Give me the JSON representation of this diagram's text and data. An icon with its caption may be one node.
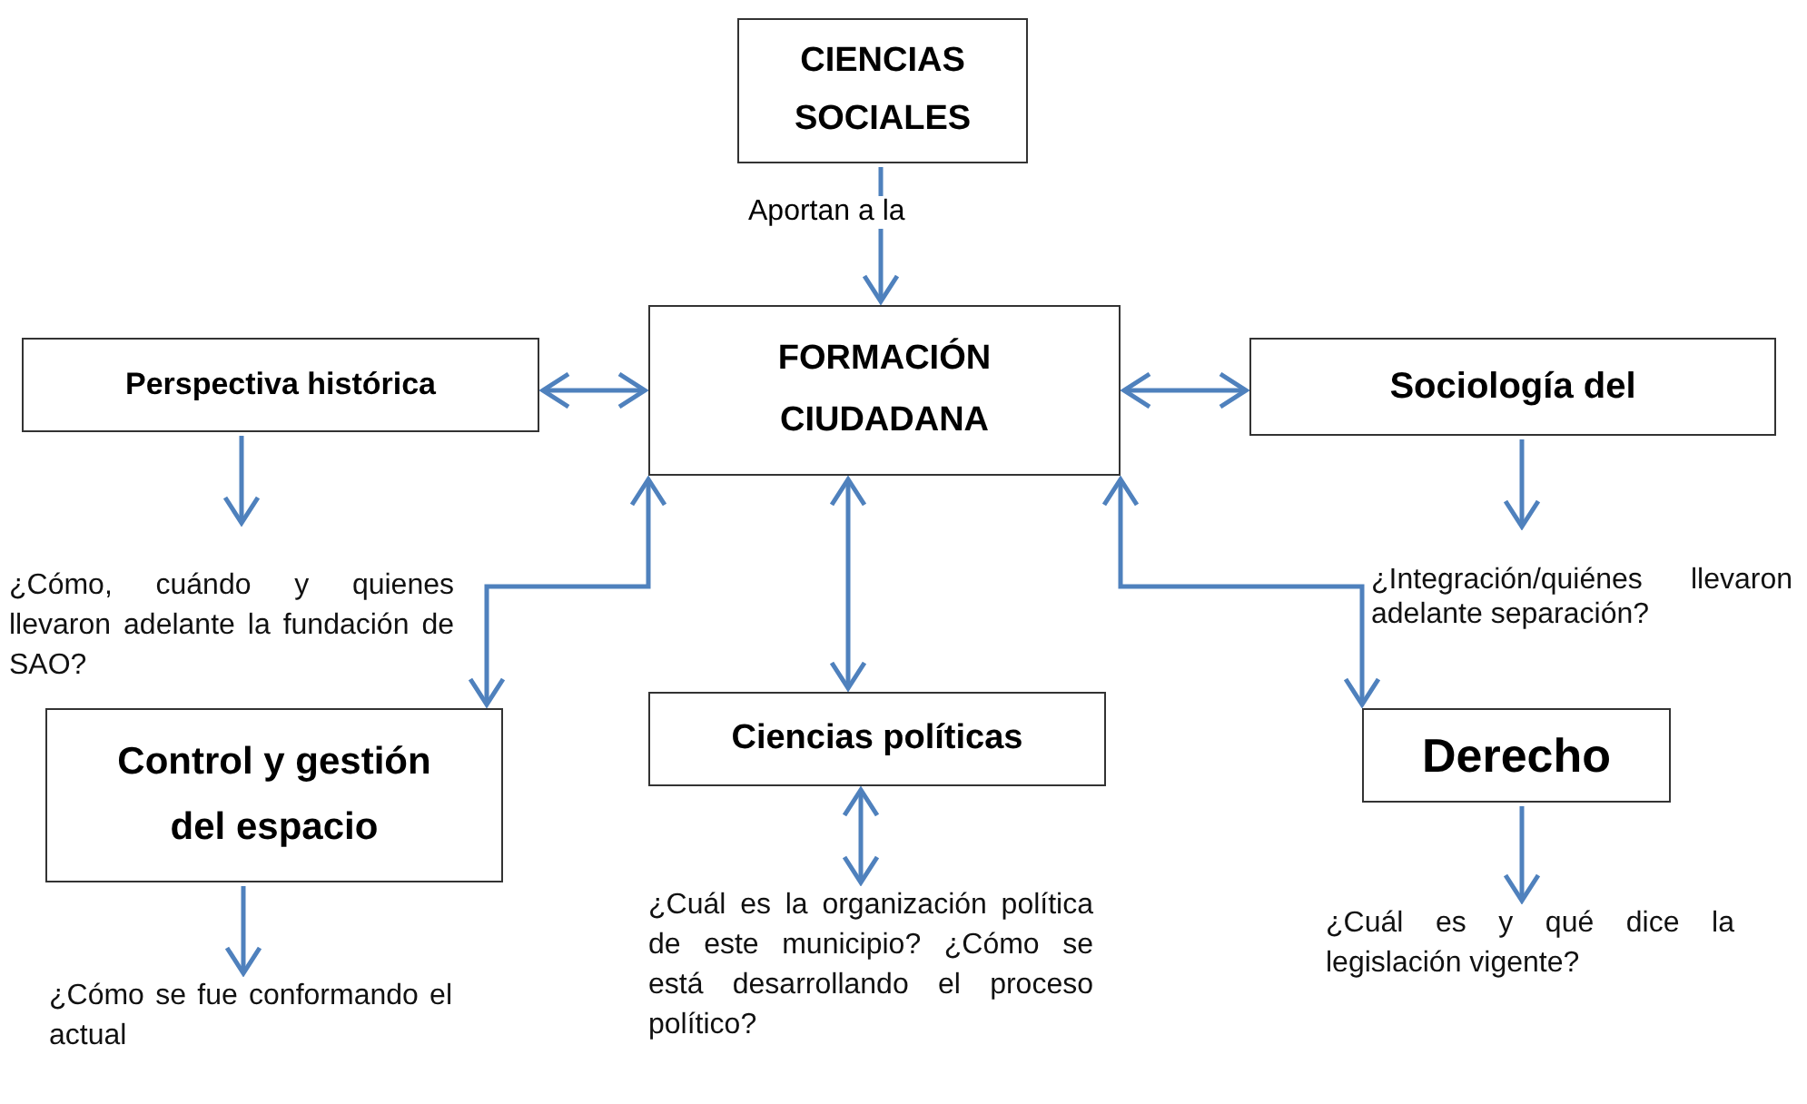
{
  "diagram": {
    "nodes": [
      {
        "text": [
          "CIENCIAS SOCIALES"
        ]
      },
      {
        "text": [
          "FORMACIÓN CIUDADANA"
        ]
      },
      {
        "text": [
          "Perspectiva histórica"
        ]
      },
      {
        "text": [
          "Sociología del"
        ]
      },
      {
        "text": [
          "¿Cómo, cuándo y quienes llevaron adelante la fundación de SAO?"
        ]
      },
      {
        "text": [
          "Control y gestión del espacio"
        ]
      },
      {
        "text": [
          "Ciencias políticas"
        ]
      },
      {
        "text": [
          "Derecho"
        ]
      },
      {
        "text": [
          "¿Cuál es la organización política de este municipio? ¿Cómo se está desarrollando el proceso político?"
        ]
      },
      {
        "text": [
          "¿Integración/quiénes llevaron adelante separación?"
        ]
      },
      {
        "text": [
          "¿Cuál es y qué dice la legislación vigente?"
        ]
      },
      {
        "text": [
          "¿Cómo se fue conformando el actual"
        ]
      }
    ],
    "edges": [
      {
        "from": 0,
        "to": 1,
        "arrow": "to",
        "label": "Aportan a la"
      },
      {
        "from": 2,
        "to": 1,
        "arrow": "both"
      },
      {
        "from": 1,
        "to": 3,
        "arrow": "both"
      },
      {
        "from": 2,
        "to": 4,
        "arrow": "to"
      },
      {
        "from": 1,
        "to": 5,
        "arrow": "both"
      },
      {
        "from": 1,
        "to": 6,
        "arrow": "both"
      },
      {
        "from": 1,
        "to": 7,
        "arrow": "both"
      },
      {
        "from": 3,
        "to": 9,
        "arrow": "to"
      },
      {
        "from": 6,
        "to": 8,
        "arrow": "both"
      },
      {
        "from": 5,
        "to": 11,
        "arrow": "to"
      },
      {
        "from": 7,
        "to": 10,
        "arrow": "to"
      }
    ]
  }
}
